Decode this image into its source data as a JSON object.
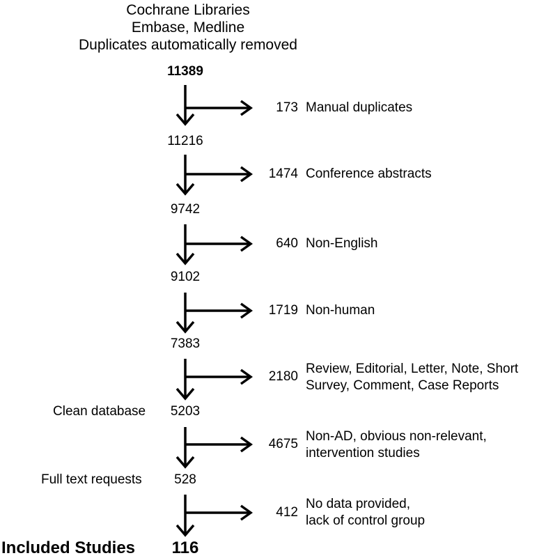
{
  "header": {
    "lines": [
      "Cochrane Libraries",
      "Embase, Medline",
      "Duplicates automatically removed"
    ]
  },
  "stages": [
    {
      "count": "11389",
      "label": ""
    },
    {
      "count": "11216",
      "label": ""
    },
    {
      "count": "9742",
      "label": ""
    },
    {
      "count": "9102",
      "label": ""
    },
    {
      "count": "7383",
      "label": ""
    },
    {
      "count": "5203",
      "label": "Clean database"
    },
    {
      "count": "528",
      "label": "Full text requests"
    },
    {
      "count": "116",
      "label": "Included Studies"
    }
  ],
  "exclusions": [
    {
      "count": "173",
      "reason_lines": [
        "Manual duplicates"
      ]
    },
    {
      "count": "1474",
      "reason_lines": [
        "Conference abstracts"
      ]
    },
    {
      "count": "640",
      "reason_lines": [
        "Non-English"
      ]
    },
    {
      "count": "1719",
      "reason_lines": [
        "Non-human"
      ]
    },
    {
      "count": "2180",
      "reason_lines": [
        "Review, Editorial, Letter, Note, Short",
        "Survey, Comment, Case Reports"
      ]
    },
    {
      "count": "4675",
      "reason_lines": [
        "Non-AD, obvious non-relevant,",
        "intervention studies"
      ]
    },
    {
      "count": "412",
      "reason_lines": [
        "No data provided,",
        "lack of control group"
      ]
    }
  ]
}
